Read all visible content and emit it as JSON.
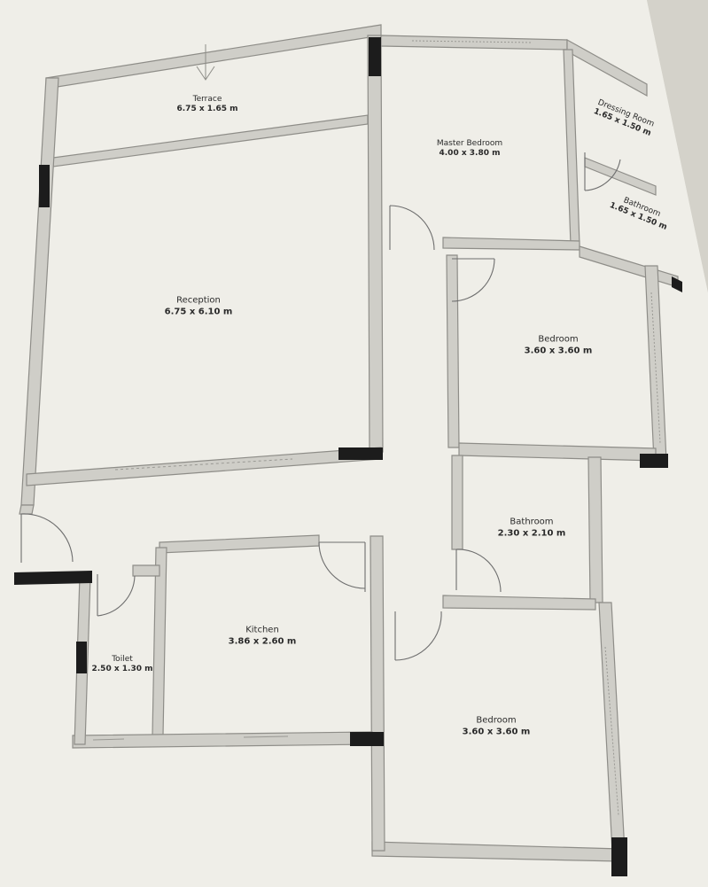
{
  "rooms": {
    "terrace": {
      "name": "Terrace",
      "dims": "6.75 x 1.65 m"
    },
    "reception": {
      "name": "Reception",
      "dims": "6.75 x 6.10 m"
    },
    "master_bedroom": {
      "name": "Master Bedroom",
      "dims": "4.00 x 3.80 m"
    },
    "dressing_room": {
      "name": "Dressing Room",
      "dims": "1.65 x 1.50 m"
    },
    "bathroom_1": {
      "name": "Bathroom",
      "dims": "1.65 x 1.50 m"
    },
    "bedroom_1": {
      "name": "Bedroom",
      "dims": "3.60 x 3.60 m"
    },
    "bathroom_2": {
      "name": "Bathroom",
      "dims": "2.30 x 2.10 m"
    },
    "kitchen": {
      "name": "Kitchen",
      "dims": "3.86 x 2.60 m"
    },
    "toilet": {
      "name": "Toilet",
      "dims": "2.50 x 1.30 m"
    },
    "bedroom_2": {
      "name": "Bedroom",
      "dims": "3.60 x 3.60 m"
    }
  },
  "colors": {
    "paper": "#efeee8",
    "page_shadow": "#d9d7cf",
    "wall": "#c9c8c2",
    "wall_line": "#8e8d88",
    "column": "#1c1c1c",
    "door": "#6e6e6e"
  }
}
